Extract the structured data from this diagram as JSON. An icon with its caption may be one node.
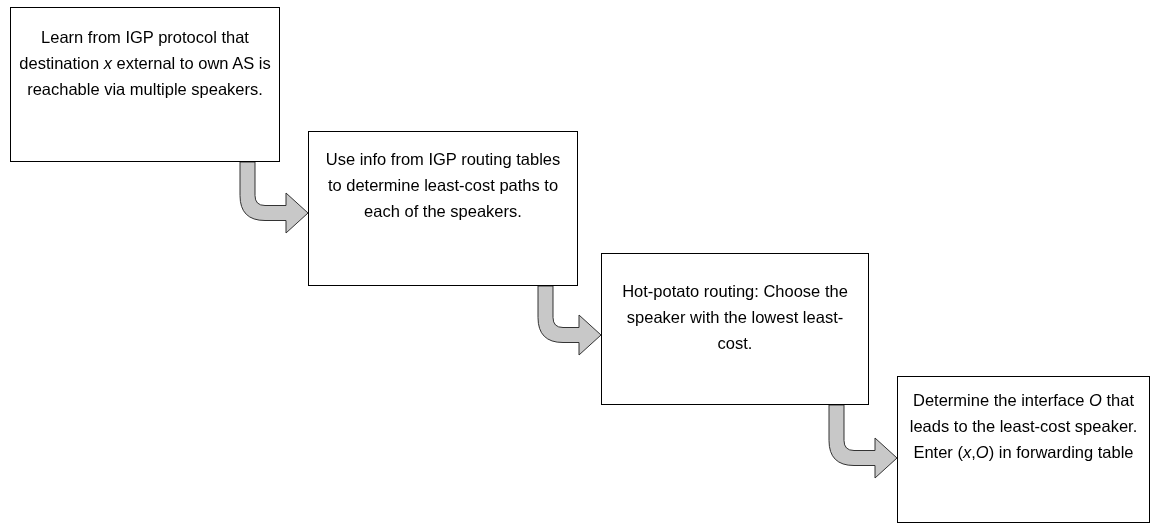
{
  "diagram": {
    "nodes": [
      {
        "text": [
          "Learn from IGP protocol that destination *x* external to own AS is reachable via multiple speakers."
        ]
      },
      {
        "text": [
          "Use info from IGP routing tables to determine least-cost paths to each of the speakers."
        ]
      },
      {
        "text": [
          "Hot-potato routing: Choose the speaker with the lowest least-cost."
        ]
      },
      {
        "text": [
          "Determine the interface *O* that leads to the least-cost speaker. Enter (*x*,*O*) in forwarding table"
        ]
      }
    ],
    "edges": [
      {
        "from": 0,
        "to": 1,
        "arrow": "to"
      },
      {
        "from": 1,
        "to": 2,
        "arrow": "to"
      },
      {
        "from": 2,
        "to": 3,
        "arrow": "to"
      }
    ]
  }
}
